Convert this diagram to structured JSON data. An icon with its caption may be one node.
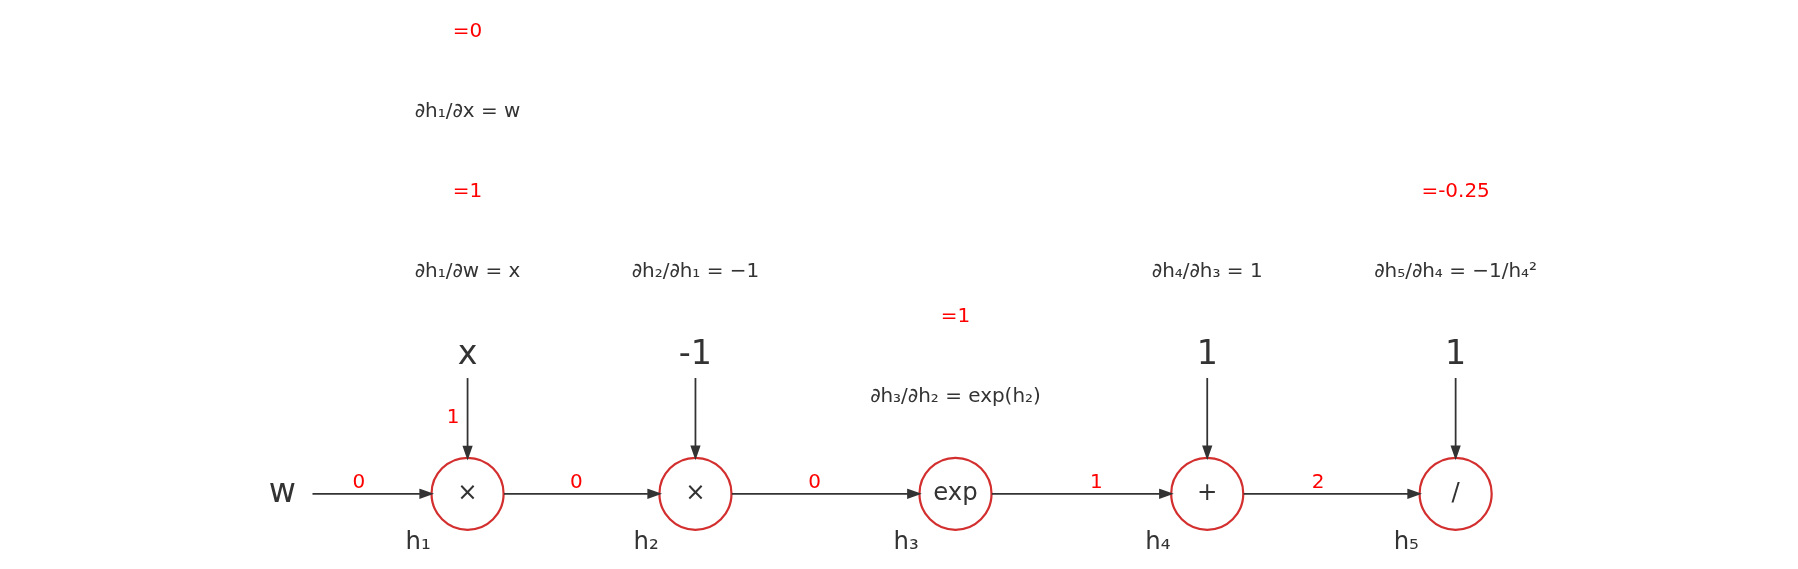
{
  "diagram": {
    "nodes": [
      {
        "text": [
          "w"
        ]
      },
      {
        "text": [
          "×"
        ],
        "beside": [
          "h₁"
        ]
      },
      {
        "text": [
          "×"
        ],
        "beside": [
          "h₂"
        ]
      },
      {
        "text": [
          "exp"
        ],
        "beside": [
          "h₃"
        ]
      },
      {
        "text": [
          "+"
        ],
        "beside": [
          "h₄"
        ]
      },
      {
        "text": [
          "/"
        ],
        "beside": [
          "h₅"
        ]
      },
      {
        "text": [
          "1"
        ]
      },
      {
        "text": [
          "x"
        ]
      },
      {
        "text": [
          "-1"
        ]
      },
      {
        "text": [
          "1"
        ]
      }
    ],
    "edges": [
      {
        "from": 0,
        "to": 1,
        "arrow": "to",
        "label": "0"
      },
      {
        "from": 1,
        "to": 2,
        "arrow": "to",
        "label": "0"
      },
      {
        "from": 2,
        "to": 3,
        "arrow": "to",
        "label": "0"
      },
      {
        "from": 3,
        "to": 4,
        "arrow": "to",
        "label": "1"
      },
      {
        "from": 4,
        "to": 5,
        "arrow": "to",
        "label": "2"
      },
      {
        "from": 6,
        "to": 5,
        "arrow": "to"
      },
      {
        "from": 7,
        "to": 1,
        "arrow": "to",
        "label": "1"
      },
      {
        "from": 8,
        "to": 2,
        "arrow": "to"
      },
      {
        "from": 9,
        "to": 4,
        "arrow": "to"
      }
    ],
    "labels": [
      "∂h₁/∂w = x",
      "=1",
      "∂h₂/∂h₁ = −1",
      "∂h₃/∂h₂ = exp(h₂)",
      "∂h₄/∂h₃ = 1",
      "∂h₅/∂h₄ = −1/h₄²",
      "=1",
      "=-0.25",
      "∂h₁/∂x = w",
      "=0"
    ]
  }
}
